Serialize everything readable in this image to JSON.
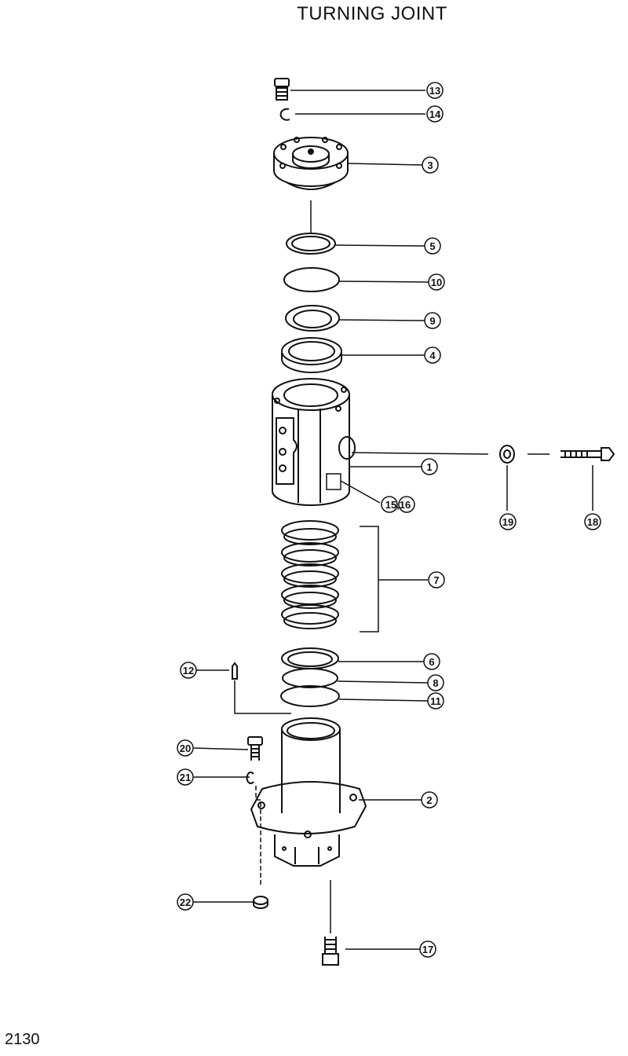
{
  "title": "TURNING JOINT",
  "page_number": "2130",
  "callouts": {
    "c13": "13",
    "c14": "14",
    "c3": "3",
    "c5": "5",
    "c10": "10",
    "c9": "9",
    "c4": "4",
    "c1": "1",
    "c15_16": "15,16",
    "c19": "19",
    "c18": "18",
    "c7": "7",
    "c6": "6",
    "c8": "8",
    "c11": "11",
    "c12": "12",
    "c20": "20",
    "c21": "21",
    "c2": "2",
    "c22": "22",
    "c17": "17"
  }
}
